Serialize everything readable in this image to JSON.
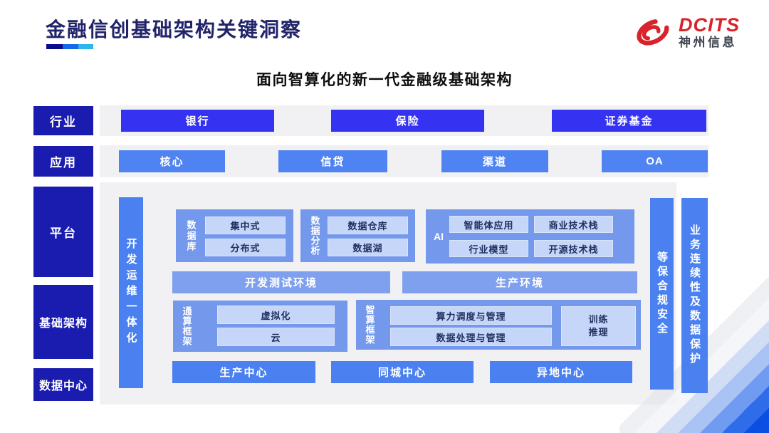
{
  "header": {
    "title": "金融信创基础架构关键洞察",
    "logo": {
      "brand": "DCITS",
      "company": "神州信息"
    }
  },
  "subtitle": "面向智算化的新一代金融级基础架构",
  "sidebar": {
    "industry": "行业",
    "application": "应用",
    "platform": "平台",
    "infrastructure": "基础架构",
    "datacenter": "数据中心"
  },
  "industry_items": [
    "银行",
    "保险",
    "证券基金"
  ],
  "application_items": [
    "核心",
    "信贷",
    "渠道",
    "OA"
  ],
  "platform": {
    "devops_bar": "开发运维一体化",
    "groups": [
      {
        "label": "数据库",
        "items": [
          "集中式",
          "分布式"
        ]
      },
      {
        "label": "数据分析",
        "items": [
          "数据仓库",
          "数据湖"
        ]
      },
      {
        "label": "AI",
        "items": [
          "智能体应用",
          "商业技术栈",
          "行业模型",
          "开源技术栈"
        ]
      }
    ],
    "environments": [
      "开发测试环境",
      "生产环境"
    ]
  },
  "infrastructure": {
    "groups": [
      {
        "label": "通算框架",
        "items": [
          "虚拟化",
          "云"
        ]
      },
      {
        "label": "智算框架",
        "items": [
          "算力调度与管理",
          "数据处理与管理"
        ],
        "side_item": "训练推理"
      }
    ]
  },
  "datacenter_items": [
    "生产中心",
    "同城中心",
    "异地中心"
  ],
  "right_bars": [
    "等保合规安全",
    "业务连续性及数据保护"
  ],
  "colors": {
    "sidebar": "#1a1cb0",
    "industry_button": "#3533f1",
    "application_button": "#4f83f1",
    "group_container": "#7398ec",
    "inner_box": "#c6d6f8",
    "env_bar": "#7fa0ee",
    "solid_button": "#4a80ef",
    "panel_bg": "#f1f1f3",
    "title_text": "#22246a",
    "logo_red": "#d8232a",
    "corner_accent": "#0a4fe2"
  }
}
